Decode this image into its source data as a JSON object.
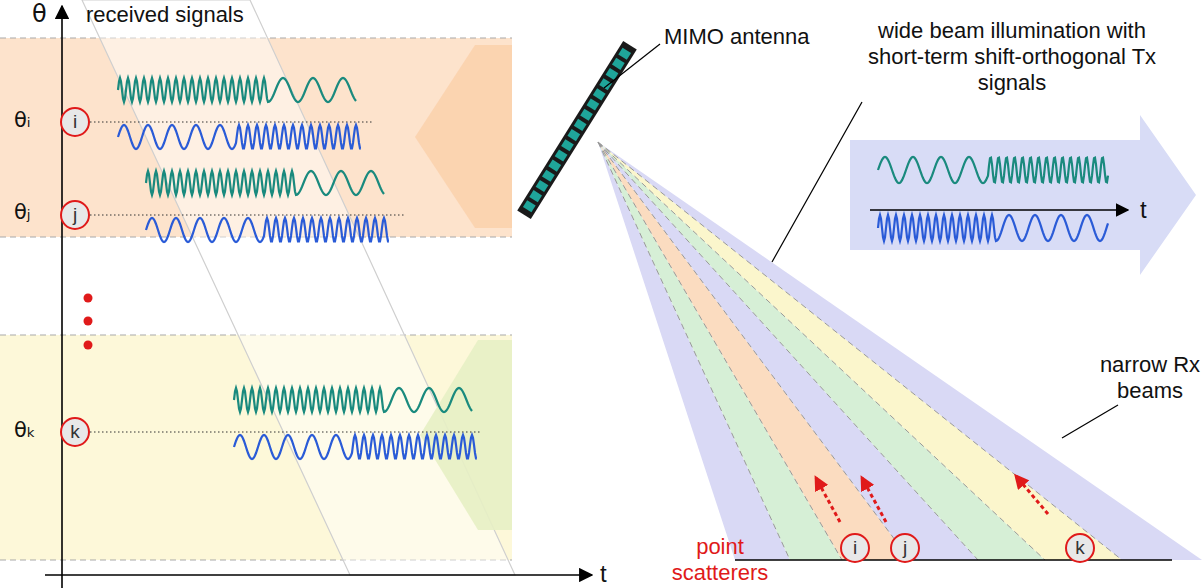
{
  "diagram": {
    "nodes": [
      {
        "text": [
          "i"
        ]
      },
      {
        "text": [
          "j"
        ]
      },
      {
        "text": [
          "k"
        ]
      },
      {
        "text": [
          "i"
        ]
      },
      {
        "text": [
          "j"
        ]
      },
      {
        "text": [
          "k"
        ]
      }
    ],
    "labels": [
      "θ",
      "received signals",
      "θᵢ",
      "θⱼ",
      "θₖ",
      "t",
      "MIMO antenna",
      "wide beam illumination with short-term shift-orthogonal Tx signals",
      "t",
      "narrow Rx beams",
      "point scatterers"
    ]
  }
}
